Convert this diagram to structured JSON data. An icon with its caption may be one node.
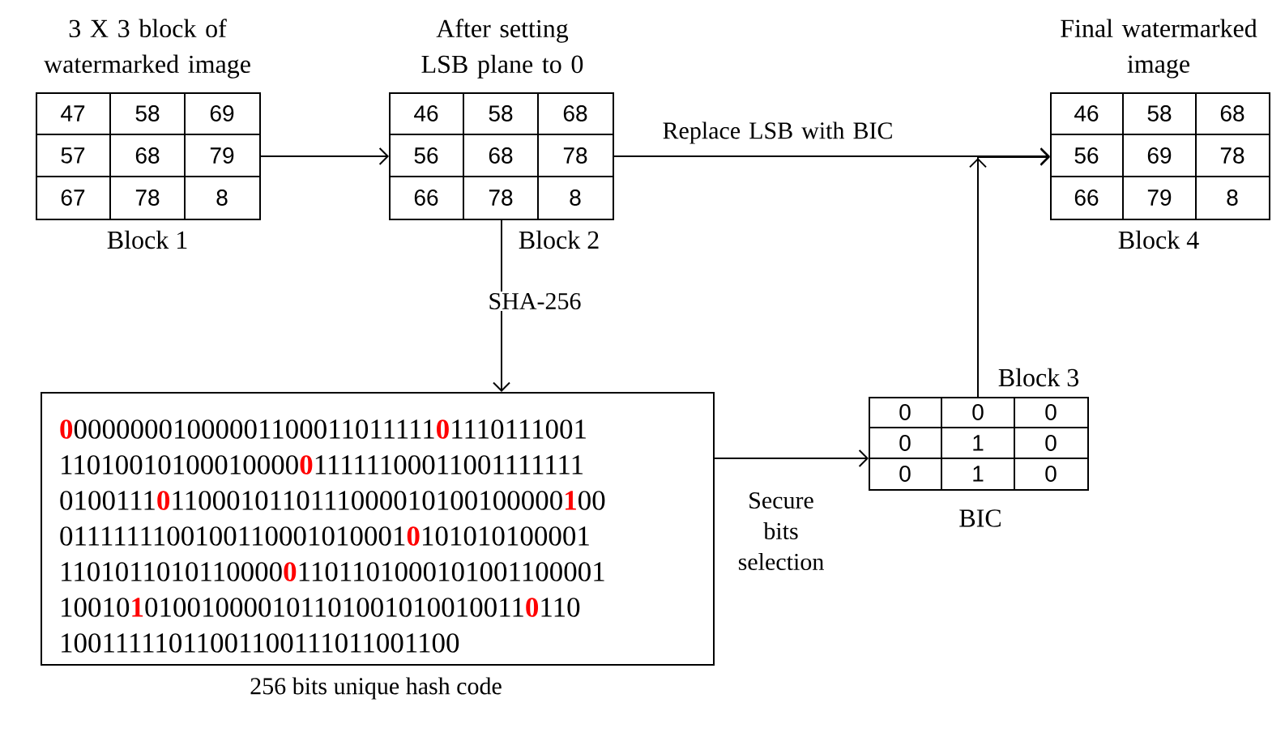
{
  "diagram": {
    "nodes": [
      {
        "text": [
          "3 X 3 block of watermarked image",
          "47",
          "58",
          "69",
          "57",
          "68",
          "79",
          "67",
          "78",
          "8"
        ],
        "beside": [
          "Block 1"
        ]
      },
      {
        "text": [
          "After setting LSB plane to 0",
          "46",
          "58",
          "68",
          "56",
          "68",
          "78",
          "66",
          "78",
          "8"
        ],
        "beside": [
          "Block 2"
        ]
      },
      {
        "text": [
          "Final watermarked image",
          "46",
          "58",
          "68",
          "56",
          "69",
          "78",
          "66",
          "79",
          "8"
        ],
        "beside": [
          "Block 4"
        ]
      },
      {
        "text": [
          "**0**00000001000001100011011111**0**1110111001",
          "11010010100010000**0**11111100011001111111",
          "0100111**0**1100010110111000010100100000**1**00",
          "0111111100100110001010001**0**101010100001",
          "1101011010110000**0**1101101000101001100001",
          "10010**1**010010000101101001010010011**0**110",
          "10011111011001100111011001100"
        ],
        "beside": [
          "256 bits unique hash code"
        ]
      },
      {
        "text": [
          "0",
          "0",
          "0",
          "0",
          "1",
          "0",
          "0",
          "1",
          "0"
        ],
        "beside": [
          "Block 3",
          "BIC"
        ]
      }
    ],
    "edges": [
      {
        "from": 0,
        "to": 1,
        "arrow": "to"
      },
      {
        "from": 1,
        "to": 2,
        "arrow": "to",
        "label": "Replace LSB with BIC"
      },
      {
        "from": 1,
        "to": 3,
        "arrow": "to",
        "label": "SHA-256"
      },
      {
        "from": 3,
        "to": 4,
        "arrow": "to",
        "label": "Secure bits selection"
      },
      {
        "from": 4,
        "to": 2,
        "arrow": "to"
      }
    ]
  }
}
